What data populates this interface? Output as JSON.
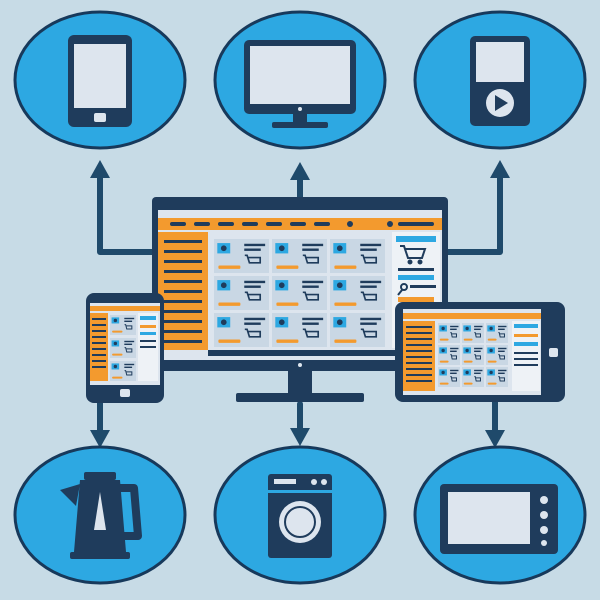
{
  "colors": {
    "background": "#c7dbe6",
    "node_fill": "#2da8e2",
    "node_stroke": "#17395b",
    "device_dark": "#1f3c5c",
    "screen_light": "#dde5ee",
    "accent_orange": "#f39a2e",
    "connector": "#1f4a6b",
    "tile": "#c9d7e4",
    "icon_blue": "#2da8e2"
  },
  "nodes": {
    "top": [
      {
        "id": "smartphone",
        "icon": "smartphone-icon"
      },
      {
        "id": "monitor",
        "icon": "monitor-icon"
      },
      {
        "id": "media-player",
        "icon": "media-player-icon"
      }
    ],
    "bottom": [
      {
        "id": "kettle",
        "icon": "electric-kettle-icon"
      },
      {
        "id": "washing-machine",
        "icon": "washing-machine-icon"
      },
      {
        "id": "microwave",
        "icon": "microwave-icon"
      }
    ]
  },
  "hub": {
    "devices": [
      "desktop-monitor",
      "phone",
      "tablet"
    ],
    "store_grid": {
      "rows": 3,
      "cols": 3
    },
    "shown_content": "online-store-webpage"
  }
}
